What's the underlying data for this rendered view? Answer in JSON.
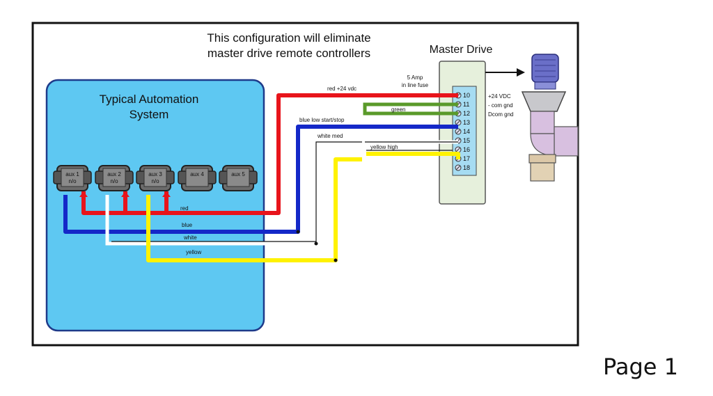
{
  "header": {
    "line1": "This configuration will eliminate",
    "line2": "master drive remote controllers"
  },
  "automation": {
    "title_line1": "Typical Automation",
    "title_line2": "System",
    "modules": [
      {
        "name": "aux 1",
        "state": "n/o"
      },
      {
        "name": "aux 2",
        "state": "n/o"
      },
      {
        "name": "aux 3",
        "state": "n/o"
      },
      {
        "name": "aux 4",
        "state": ""
      },
      {
        "name": "aux 5",
        "state": ""
      }
    ]
  },
  "master_drive": {
    "title": "Master Drive",
    "fuse_line1": "5 Amp",
    "fuse_line2": "in line fuse",
    "terminals": [
      "10",
      "11",
      "12",
      "13",
      "14",
      "15",
      "16",
      "17",
      "18"
    ],
    "side_labels": [
      "+24 VDC",
      "- com gnd",
      "Dcom gnd"
    ]
  },
  "wires": {
    "red_top": "red +24 vdc",
    "green": "green",
    "blue_top": "blue  low start/stop",
    "white_top": "white  med",
    "yellow_top": "yellow  high",
    "red": "red",
    "blue": "blue",
    "white": "white",
    "yellow": "yellow"
  },
  "colors": {
    "red": "#e8141b",
    "blue": "#1428c8",
    "green": "#5a9a2a",
    "yellow": "#fff200",
    "white": "#ffffff",
    "panel": "#5ec8f2",
    "drive": "#e6f0dc",
    "terminal_strip": "#a6dcf2"
  },
  "footer": {
    "page": "Page 1"
  }
}
